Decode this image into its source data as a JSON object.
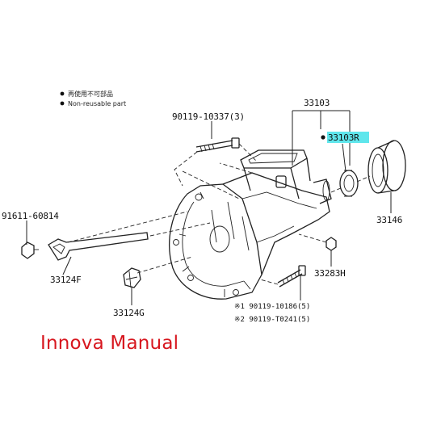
{
  "legend": {
    "items": [
      {
        "symbol": "●",
        "text": "再使用不可部品"
      },
      {
        "symbol": "●",
        "text": "Non-reusable part"
      }
    ]
  },
  "callouts": {
    "p33103": "33103",
    "p33103r": "33103R",
    "p90119_10337": "90119-10337(3)",
    "p91611_60814": "91611-60814",
    "p33146": "33146",
    "p33124f": "33124F",
    "p33283h": "33283H",
    "p33124g": "33124G",
    "p90119_10186": "※1 90119-10186(5)",
    "p90119_t0241": "※2 90119-T0241(5)"
  },
  "highlight_color": "#5fe6ec",
  "caption": {
    "text": "Innova Manual",
    "color": "#d7161e"
  }
}
